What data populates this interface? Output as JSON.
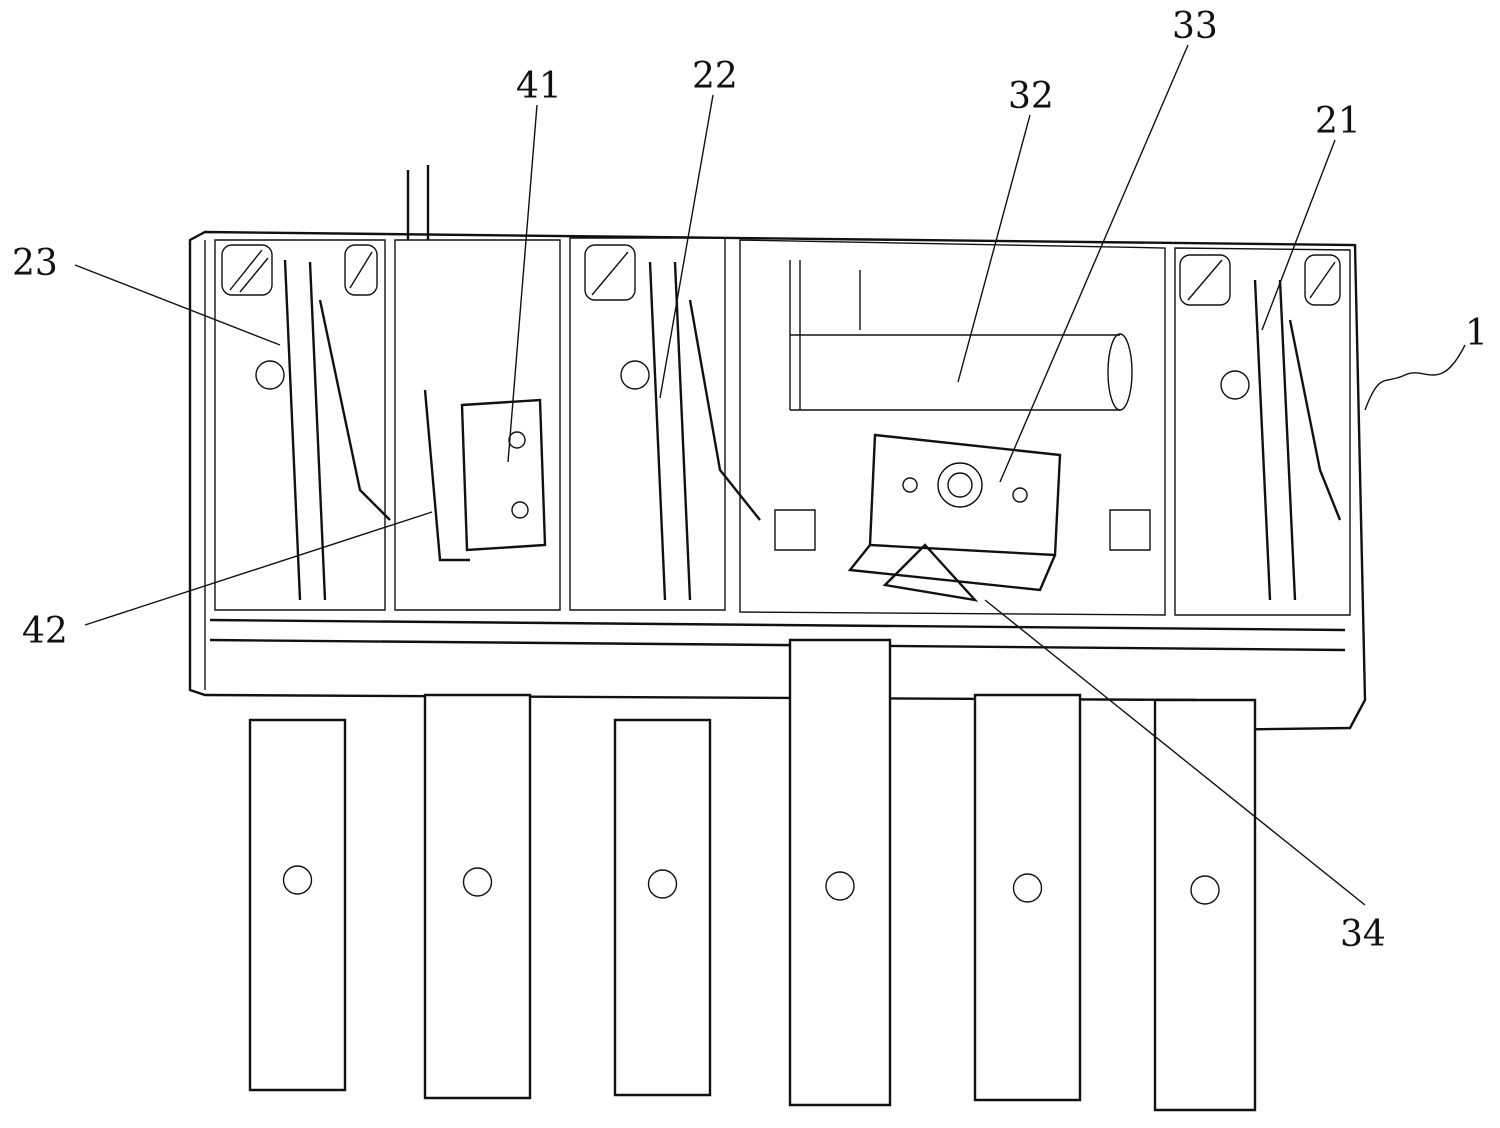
{
  "figure": {
    "labels": {
      "l1": "1",
      "l21": "21",
      "l22": "22",
      "l23": "23",
      "l32": "32",
      "l33": "33",
      "l34": "34",
      "l41": "41",
      "l42": "42"
    }
  }
}
